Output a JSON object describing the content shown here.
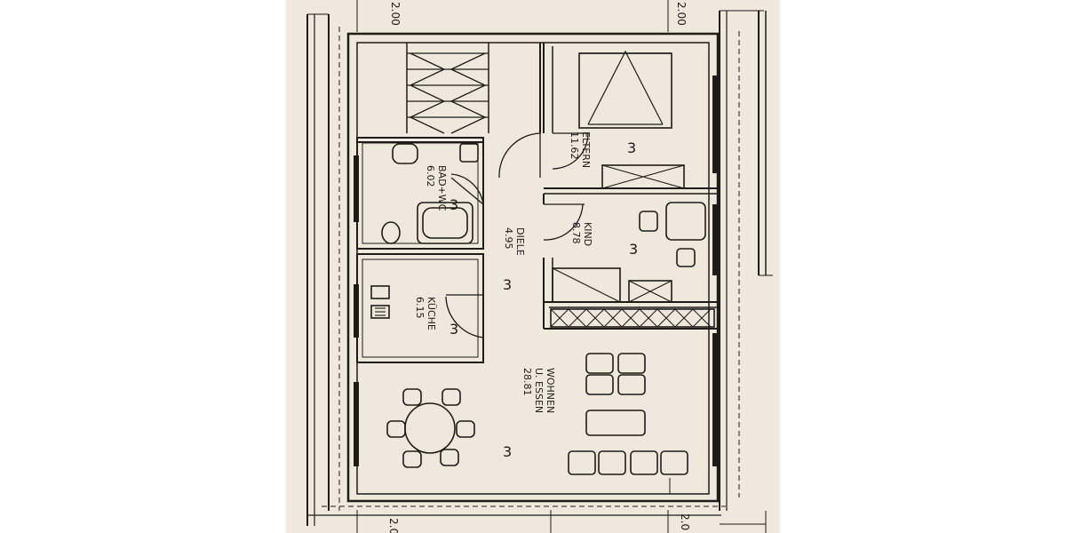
{
  "paper_color": "#efe8dc",
  "ink_color": "#1e1c18",
  "dimensions": {
    "top_left": "2.00",
    "top_right": "2.00",
    "bottom_left": "2.0",
    "bottom_right": "2.0"
  },
  "rooms": {
    "eltern": {
      "name": "ELTERN",
      "area": "11.62",
      "code": "3"
    },
    "bad": {
      "name": "BAD+WC",
      "area": "6.02",
      "code": "3"
    },
    "diele": {
      "name": "DIELE",
      "area": "4.95",
      "code": "3"
    },
    "kind": {
      "name": "KIND",
      "area": "8.78",
      "code": "3"
    },
    "kueche": {
      "name": "KÜCHE",
      "area": "6.15",
      "code": "3"
    },
    "wohnen": {
      "name_line1": "WOHNEN",
      "name_line2": "U. ESSEN",
      "area": "28.81",
      "code": "3"
    }
  }
}
